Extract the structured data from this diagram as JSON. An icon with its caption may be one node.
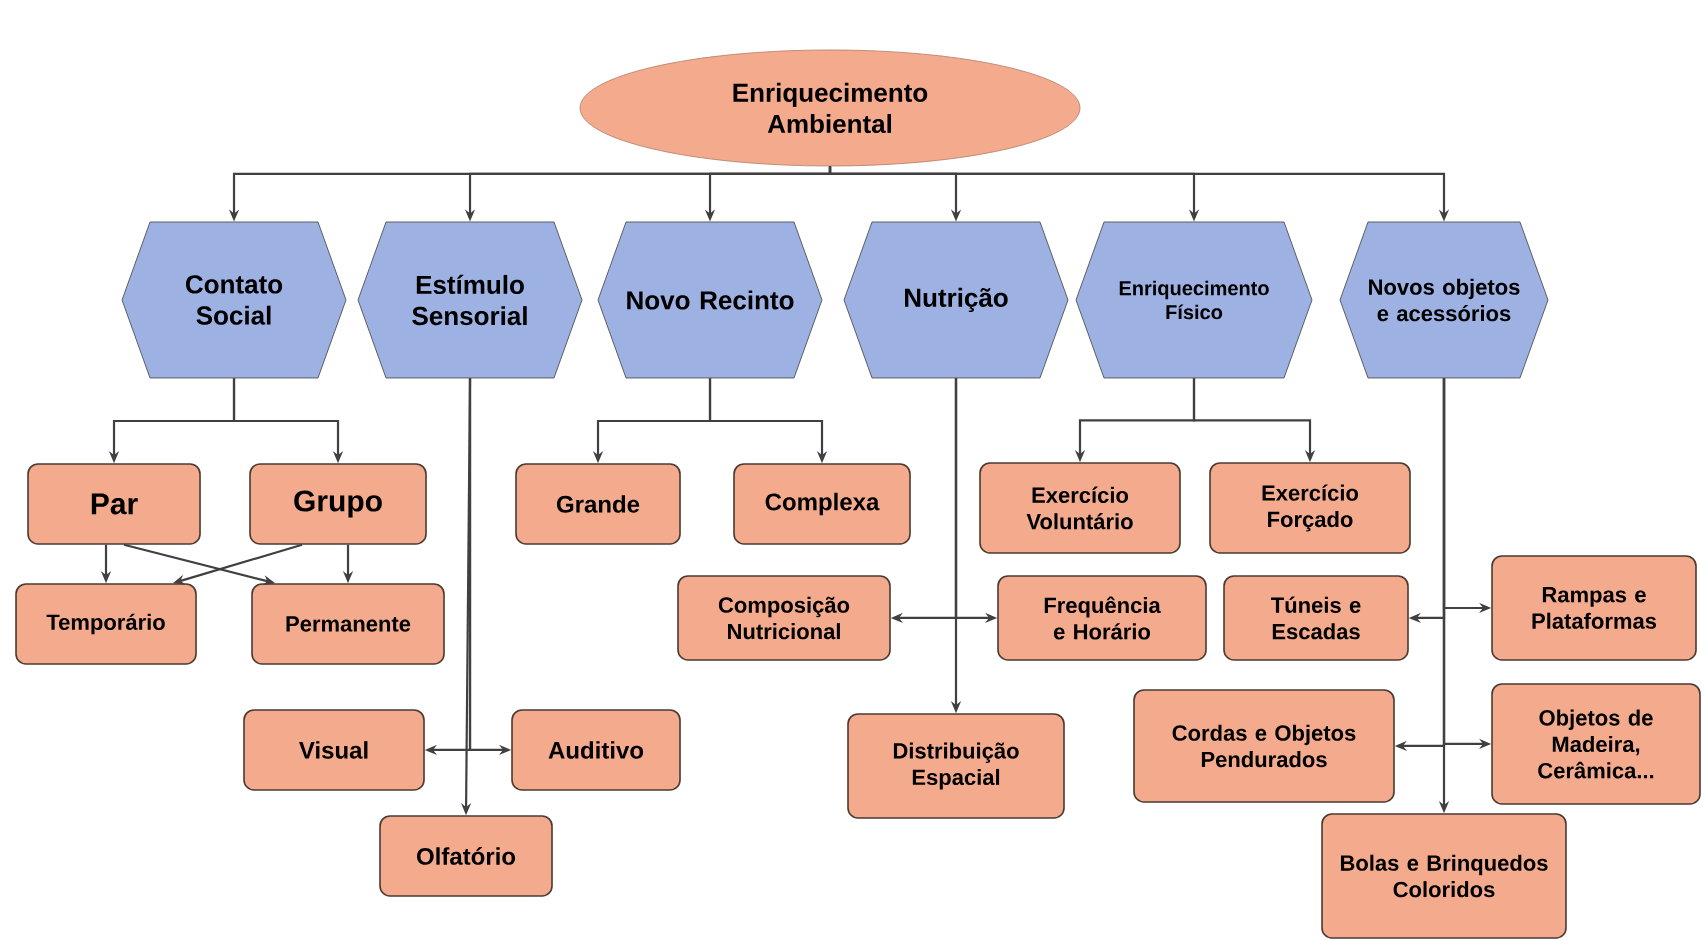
{
  "diagram": {
    "nodes": [
      {
        "text": [
          "Enriquecimento Ambiental"
        ]
      },
      {
        "text": [
          "Contato Social"
        ]
      },
      {
        "text": [
          "Estímulo Sensorial"
        ]
      },
      {
        "text": [
          "Novo Recinto"
        ]
      },
      {
        "text": [
          "Nutrição"
        ]
      },
      {
        "text": [
          "Enriquecimento Físico"
        ]
      },
      {
        "text": [
          "Novos objetos e acessórios"
        ]
      },
      {
        "text": [
          "Par"
        ]
      },
      {
        "text": [
          "Grupo"
        ]
      },
      {
        "text": [
          "Grande"
        ]
      },
      {
        "text": [
          "Complexa"
        ]
      },
      {
        "text": [
          "Exercício Voluntário"
        ]
      },
      {
        "text": [
          "Exercício Forçado"
        ]
      },
      {
        "text": [
          "Temporário"
        ]
      },
      {
        "text": [
          "Permanente"
        ]
      },
      {
        "text": [
          "Composição Nutricional"
        ]
      },
      {
        "text": [
          "Frequência e Horário"
        ]
      },
      {
        "text": [
          "Túneis e Escadas"
        ]
      },
      {
        "text": [
          "Rampas e Plataformas"
        ]
      },
      {
        "text": [
          "Visual"
        ]
      },
      {
        "text": [
          "Auditivo"
        ]
      },
      {
        "text": [
          "Cordas e Objetos Pendurados"
        ]
      },
      {
        "text": [
          "Objetos de Madeira, Cerâmica..."
        ]
      },
      {
        "text": [
          "Distribuição Espacial"
        ]
      },
      {
        "text": [
          "Olfatório"
        ]
      },
      {
        "text": [
          "Bolas e Brinquedos Coloridos"
        ]
      }
    ],
    "edges": [
      {
        "from": 0,
        "to": 1,
        "arrow": "to"
      },
      {
        "from": 0,
        "to": 2,
        "arrow": "to"
      },
      {
        "from": 0,
        "to": 3,
        "arrow": "to"
      },
      {
        "from": 0,
        "to": 4,
        "arrow": "to"
      },
      {
        "from": 0,
        "to": 5,
        "arrow": "to"
      },
      {
        "from": 0,
        "to": 6,
        "arrow": "to"
      },
      {
        "from": 1,
        "to": 7,
        "arrow": "to"
      },
      {
        "from": 1,
        "to": 8,
        "arrow": "to"
      },
      {
        "from": 7,
        "to": 13,
        "arrow": "to"
      },
      {
        "from": 7,
        "to": 14,
        "arrow": "to"
      },
      {
        "from": 8,
        "to": 13,
        "arrow": "to"
      },
      {
        "from": 8,
        "to": 14,
        "arrow": "to"
      },
      {
        "from": 2,
        "to": 19,
        "arrow": "to"
      },
      {
        "from": 2,
        "to": 20,
        "arrow": "to"
      },
      {
        "from": 2,
        "to": 24,
        "arrow": "to"
      },
      {
        "from": 3,
        "to": 9,
        "arrow": "to"
      },
      {
        "from": 3,
        "to": 10,
        "arrow": "to"
      },
      {
        "from": 4,
        "to": 15,
        "arrow": "to"
      },
      {
        "from": 4,
        "to": 16,
        "arrow": "to"
      },
      {
        "from": 4,
        "to": 23,
        "arrow": "to"
      },
      {
        "from": 5,
        "to": 11,
        "arrow": "to"
      },
      {
        "from": 5,
        "to": 12,
        "arrow": "to"
      },
      {
        "from": 6,
        "to": 17,
        "arrow": "to"
      },
      {
        "from": 6,
        "to": 18,
        "arrow": "to"
      },
      {
        "from": 6,
        "to": 21,
        "arrow": "to"
      },
      {
        "from": 6,
        "to": 22,
        "arrow": "to"
      },
      {
        "from": 6,
        "to": 25,
        "arrow": "to"
      }
    ]
  }
}
